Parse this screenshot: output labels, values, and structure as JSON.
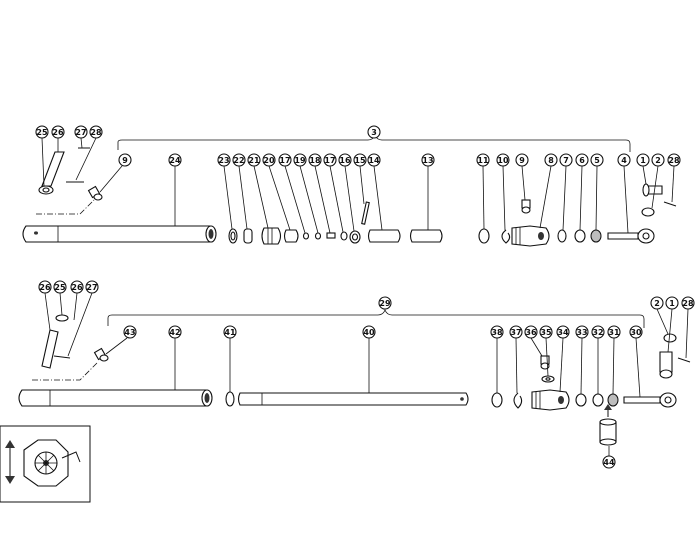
{
  "diagram": {
    "upper_assembly": {
      "group_label": "3",
      "callouts": [
        "25",
        "26",
        "27",
        "28",
        "9",
        "24",
        "23",
        "22",
        "21",
        "20",
        "17",
        "19",
        "18",
        "17",
        "16",
        "15",
        "14",
        "13",
        "11",
        "10",
        "9",
        "8",
        "7",
        "6",
        "5",
        "4",
        "1",
        "2",
        "28"
      ]
    },
    "lower_assembly": {
      "group_label": "29",
      "callouts": [
        "26",
        "25",
        "26",
        "27",
        "43",
        "42",
        "41",
        "40",
        "38",
        "37",
        "36",
        "35",
        "34",
        "33",
        "32",
        "31",
        "30",
        "2",
        "1",
        "28",
        "44"
      ]
    },
    "inset": {
      "icon": "hydraulic-cylinder-bracket-icon",
      "arrow_icon": "double-arrow-vertical-icon"
    }
  }
}
